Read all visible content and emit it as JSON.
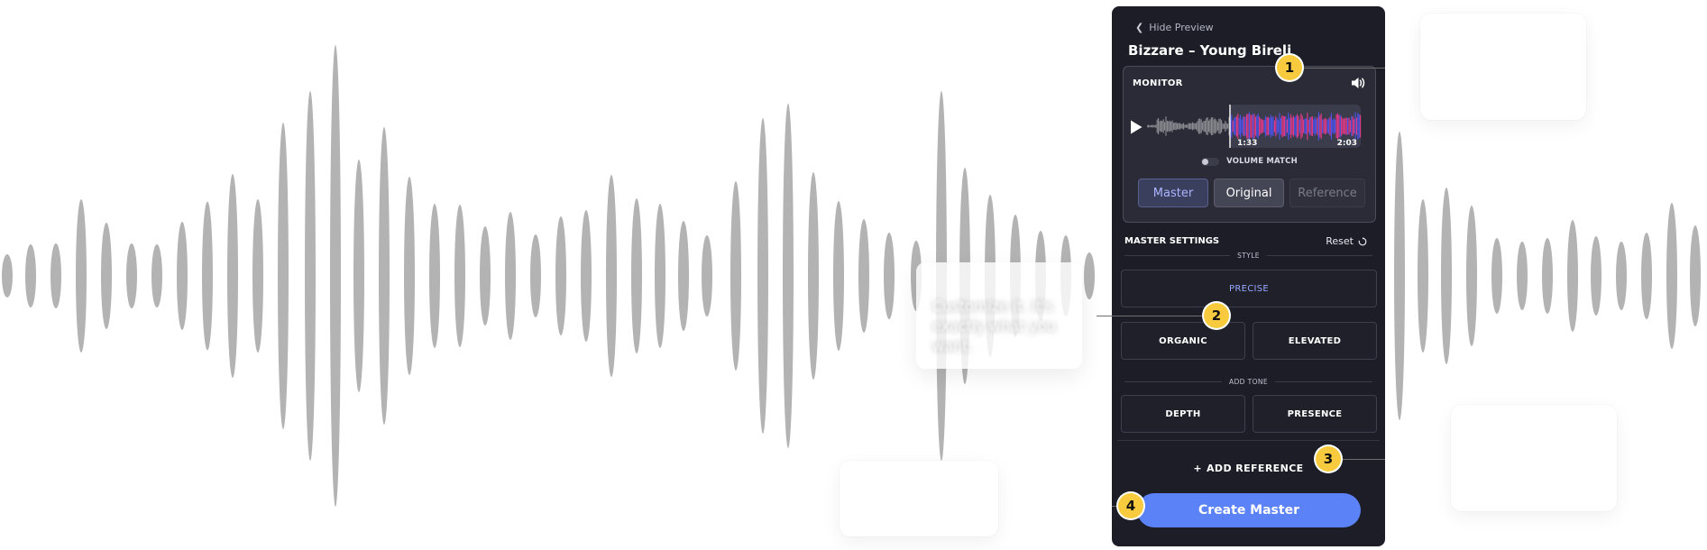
{
  "panel": {
    "back_label": "Hide Preview",
    "track_title": "Bizzare – Young Bireli",
    "monitor": {
      "label": "MONITOR",
      "time_start": "1:33",
      "time_end": "2:03",
      "volume_match_label": "VOLUME MATCH",
      "volume_match_on": false,
      "modes": [
        "Master",
        "Original",
        "Reference"
      ],
      "selected_mode": "Master"
    },
    "settings": {
      "title": "MASTER SETTINGS",
      "reset_label": "Reset",
      "style_label": "STYLE",
      "style_options": [
        "PRECISE",
        "ORGANIC",
        "ELEVATED"
      ],
      "selected_style": "PRECISE",
      "tone_label": "ADD TONE",
      "tone_options": [
        "DEPTH",
        "PRESENCE"
      ]
    },
    "add_reference_label": "ADD REFERENCE",
    "create_button_label": "Create Master"
  },
  "tooltip": {
    "text": "Customize it. It's exactly what you want."
  },
  "callouts": [
    "1",
    "2",
    "3",
    "4"
  ],
  "colors": {
    "panel_bg": "#1c1d27",
    "accent_blue": "#5b82f6",
    "badge_yellow": "#f7cb3d",
    "wave_gray": "#b3b3b3",
    "wave_pink": "#e83a8c",
    "wave_blue": "#4c55f0"
  },
  "icons": [
    "chevron-left-icon",
    "speaker-icon",
    "play-icon",
    "reset-icon",
    "plus-icon"
  ]
}
